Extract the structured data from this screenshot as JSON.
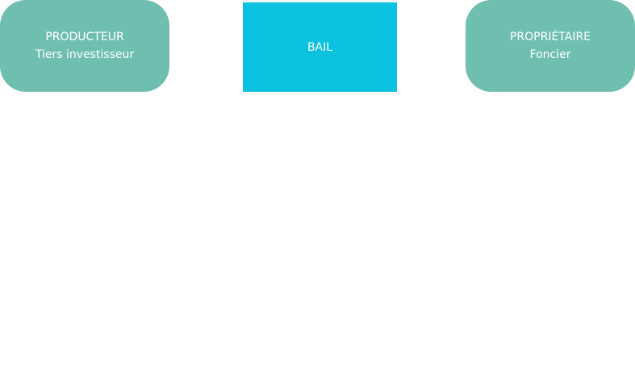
{
  "colors": {
    "rounded_node_fill": "#6fbfb0",
    "center_node_fill": "#0bc1e0",
    "text": "#ffffff",
    "background": "#ffffff"
  },
  "nodes": {
    "left": {
      "line1": "PRODUCTEUR",
      "line2": "Tiers investisseur"
    },
    "center": {
      "line1": "BAIL"
    },
    "right": {
      "line1": "PROPRIÉTAIRE",
      "line2": "Foncier"
    }
  }
}
